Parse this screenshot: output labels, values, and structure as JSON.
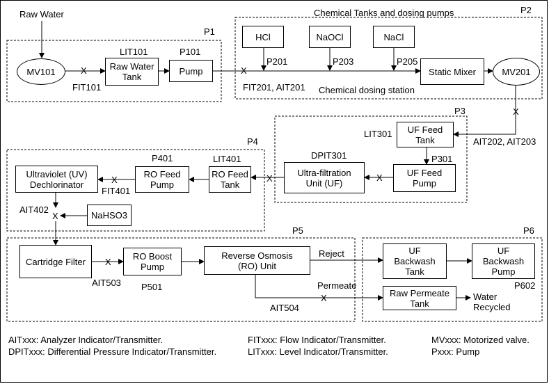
{
  "title": "Chemical Tanks and dosing pumps",
  "stages": {
    "p1": "P1",
    "p2": "P2",
    "p3": "P3",
    "p4": "P4",
    "p5": "P5",
    "p6": "P6"
  },
  "source": "Raw Water",
  "valves": {
    "mv101": "MV101",
    "mv201": "MV201"
  },
  "boxes": {
    "raw_water_tank": [
      "Raw Water",
      "Tank"
    ],
    "pump_p101": "Pump",
    "hcl": "HCl",
    "naocl": "NaOCl",
    "nacl": "NaCl",
    "static_mixer": "Static Mixer",
    "uf_feed_tank": [
      "UF Feed",
      "Tank"
    ],
    "uf_feed_pump": [
      "UF Feed",
      "Pump"
    ],
    "uf_unit": [
      "Ultra-filtration",
      "Unit (UF)"
    ],
    "ro_feed_tank": [
      "RO Feed",
      "Tank"
    ],
    "ro_feed_pump": [
      "RO Feed",
      "Pump"
    ],
    "uv_dechlorinator": [
      "Ultraviolet (UV)",
      "Dechlorinator"
    ],
    "nahso3": "NaHSO3",
    "cartridge_filter": "Cartridge Filter",
    "ro_boost_pump": [
      "RO Boost",
      "Pump"
    ],
    "ro_unit": [
      "Reverse Osmosis",
      "(RO) Unit"
    ],
    "uf_backwash_tank": [
      "UF",
      "Backwash",
      "Tank"
    ],
    "uf_backwash_pump": [
      "UF",
      "Backwash",
      "Pump"
    ],
    "raw_permeate_tank": [
      "Raw Permeate",
      "Tank"
    ]
  },
  "labels": {
    "lit101": "LIT101",
    "p101": "P101",
    "fit101": "FIT101",
    "p201": "P201",
    "p203": "P203",
    "p205": "P205",
    "fit201_ait201": "FIT201, AIT201",
    "chemical_dosing_station": "Chemical dosing station",
    "ait202_ait203": "AIT202, AIT203",
    "lit301": "LIT301",
    "p301": "P301",
    "dpit301": "DPIT301",
    "p401": "P401",
    "lit401": "LIT401",
    "fit401": "FIT401",
    "ait402": "AIT402",
    "ait503": "AIT503",
    "p501": "P501",
    "ait504": "AIT504",
    "reject": "Reject",
    "permeate": "Permeate",
    "water_recycled": [
      "Water",
      "Recycled"
    ],
    "p602": "P602"
  },
  "sensor_mark": "X",
  "legend": [
    [
      "AITxxx: Analyzer Indicator/Transmitter.",
      "FITxxx: Flow Indicator/Transmitter.",
      "MVxxx: Motorized valve."
    ],
    [
      "DPITxxx: Differential Pressure Indicator/Transmitter.",
      "LITxxx: Level Indicator/Transmitter.",
      "Pxxx: Pump"
    ]
  ]
}
